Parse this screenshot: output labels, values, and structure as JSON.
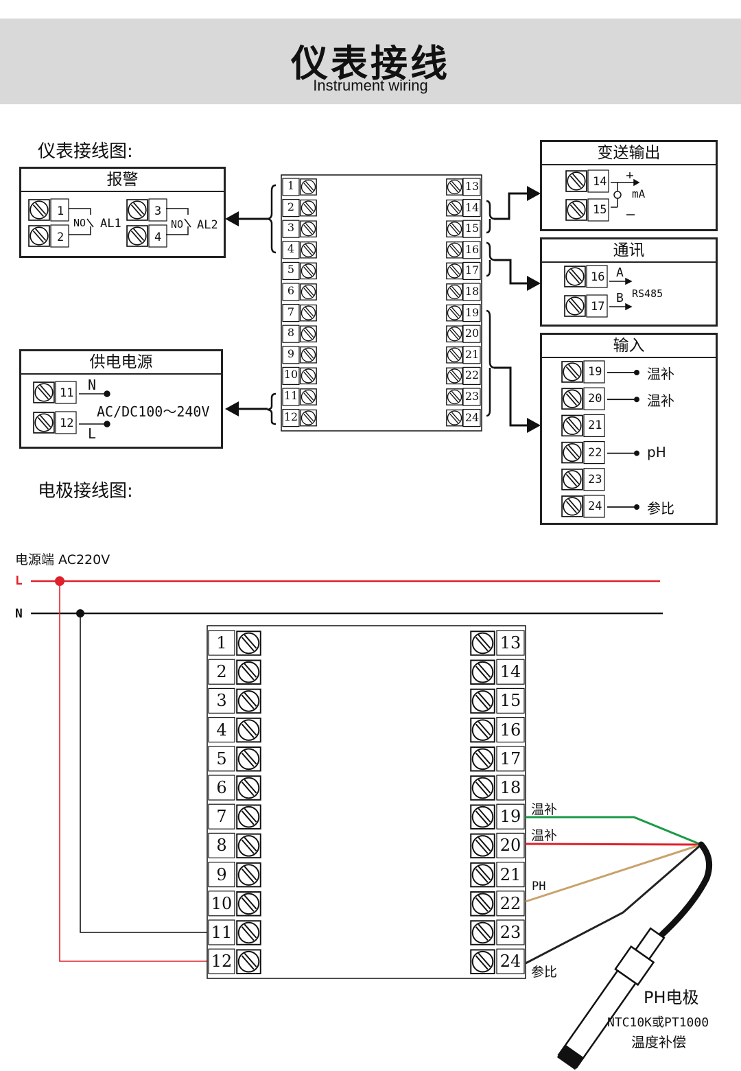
{
  "header": {
    "title": "仪表接线",
    "subtitle": "Instrument wiring"
  },
  "sections": {
    "wiring_diagram": "仪表接线图:",
    "electrode_diagram": "电极接线图:"
  },
  "alarm": {
    "title": "报警",
    "contact": "NO",
    "relays": [
      "AL1",
      "AL2"
    ],
    "terminals": [
      "1",
      "2",
      "3",
      "4"
    ]
  },
  "power": {
    "title": "供电电源",
    "terminals": [
      "11",
      "12"
    ],
    "n_label": "N",
    "l_label": "L",
    "voltage": "AC/DC100～240V"
  },
  "transmit": {
    "title": "变送输出",
    "terminals": [
      "14",
      "15"
    ],
    "plus": "+",
    "minus": "−",
    "unit": "mA"
  },
  "comm": {
    "title": "通讯",
    "terminals": [
      "16",
      "17"
    ],
    "a": "A",
    "b": "B",
    "protocol": "RS485"
  },
  "input": {
    "title": "输入",
    "rows": [
      {
        "terminal": "19",
        "label": "温补"
      },
      {
        "terminal": "20",
        "label": "温补"
      },
      {
        "terminal": "21",
        "label": ""
      },
      {
        "terminal": "22",
        "label": "pH"
      },
      {
        "terminal": "23",
        "label": ""
      },
      {
        "terminal": "24",
        "label": "参比"
      }
    ]
  },
  "meter_left": [
    "1",
    "2",
    "3",
    "4",
    "5",
    "6",
    "7",
    "8",
    "9",
    "10",
    "11",
    "12"
  ],
  "meter_right": [
    "13",
    "14",
    "15",
    "16",
    "17",
    "18",
    "19",
    "20",
    "21",
    "22",
    "23",
    "24"
  ],
  "electrode": {
    "supply_label": "电源端  AC220V",
    "l_line": "L",
    "n_line": "N",
    "wire_labels": [
      "温补",
      "温补",
      "PH",
      "参比"
    ],
    "probe_name": "PH电极",
    "probe_sensor": "NTC10K或PT1000",
    "probe_comp": "温度补偿"
  },
  "colors": {
    "banner": "#d9d9d9",
    "line_l": "#e0202a",
    "line_n": "#111111",
    "wire_19": "#1a9a45",
    "wire_20": "#e0202a",
    "wire_22": "#c9a26b",
    "wire_24": "#222222"
  }
}
